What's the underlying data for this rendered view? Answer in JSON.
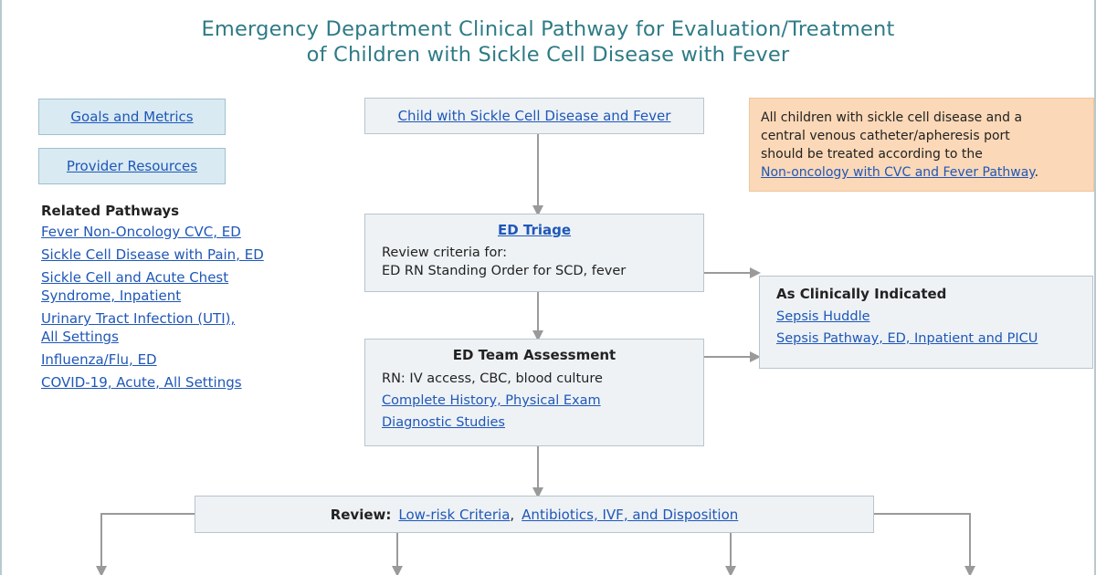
{
  "title": {
    "line1": "Emergency Department Clinical Pathway for Evaluation/Treatment",
    "line2": "of Children with Sickle Cell Disease with Fever"
  },
  "sidebar": {
    "goals_label": "Goals and Metrics",
    "resources_label": "Provider Resources",
    "related_heading": "Related Pathways",
    "related": [
      [
        "Fever Non-Oncology CVC, ED"
      ],
      [
        "Sickle Cell Disease with Pain, ED"
      ],
      [
        "Sickle Cell and Acute Chest",
        "Syndrome, Inpatient"
      ],
      [
        "Urinary Tract Infection (UTI),",
        "All Settings"
      ],
      [
        "Influenza/Flu, ED"
      ],
      [
        "COVID-19, Acute, All Settings"
      ]
    ]
  },
  "note": {
    "line1": "All children with sickle cell disease and a",
    "line2": "central venous catheter/apheresis port",
    "line3": "should be treated according to the",
    "link": "Non-oncology with CVC and Fever Pathway",
    "suffix": "."
  },
  "flow": {
    "start": "Child with Sickle Cell Disease and Fever",
    "triage": {
      "heading": "ED Triage",
      "line1": "Review criteria for:",
      "line2": "ED RN Standing Order for SCD, fever"
    },
    "assessment": {
      "heading": "ED Team Assessment",
      "line1": "RN: IV access, CBC, blood culture",
      "link1": "Complete History, Physical Exam",
      "link2": "Diagnostic Studies"
    },
    "indicated": {
      "heading": "As Clinically Indicated",
      "link1": "Sepsis Huddle",
      "link2": "Sepsis Pathway, ED, Inpatient and PICU"
    },
    "review": {
      "label": "Review:",
      "link1": "Low-risk Criteria",
      "sep": ",",
      "link2": "Antibiotics, IVF, and Disposition"
    }
  },
  "colors": {
    "title": "#2e7b86",
    "link": "#1f57b8",
    "box_fill": "#eef2f5",
    "side_button_fill": "#d9eaf2",
    "note_fill": "#fbd8b7",
    "connector": "#9a9a9a"
  }
}
